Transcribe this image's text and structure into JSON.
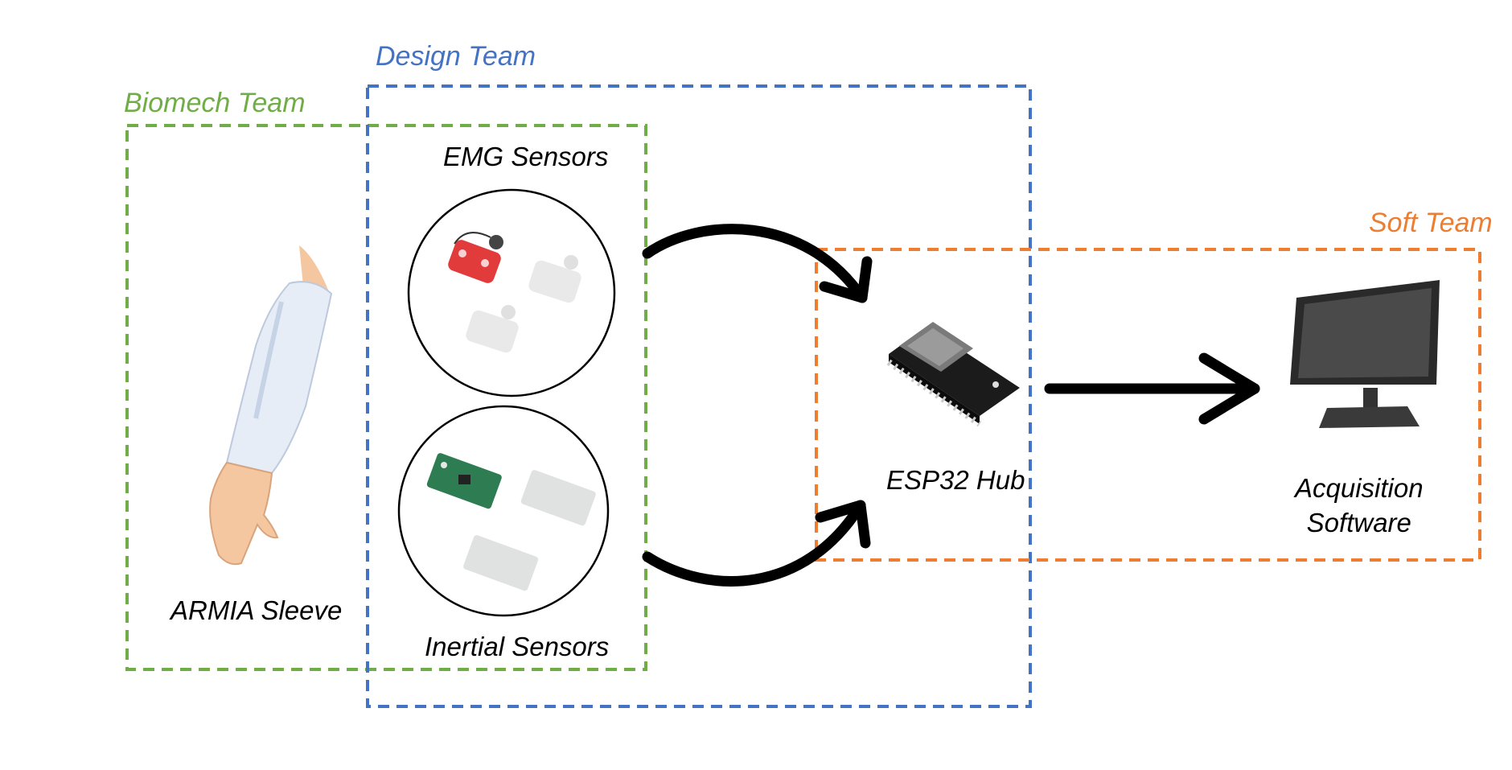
{
  "teams": {
    "biomech": {
      "label": "Biomech Team",
      "color": "#70ad47"
    },
    "design": {
      "label": "Design Team",
      "color": "#4472c4"
    },
    "soft": {
      "label": "Soft Team",
      "color": "#ed7d31"
    }
  },
  "nodes": {
    "sleeve": {
      "label": "ARMIA Sleeve"
    },
    "emg": {
      "label": "EMG Sensors"
    },
    "inertial": {
      "label": "Inertial Sensors"
    },
    "hub": {
      "label": "ESP32 Hub"
    },
    "acquisition": {
      "label_line1": "Acquisition",
      "label_line2": "Software"
    }
  },
  "edges": [
    {
      "from": "EMG Sensors",
      "to": "ESP32 Hub"
    },
    {
      "from": "Inertial Sensors",
      "to": "ESP32 Hub"
    },
    {
      "from": "ESP32 Hub",
      "to": "Acquisition Software"
    }
  ]
}
